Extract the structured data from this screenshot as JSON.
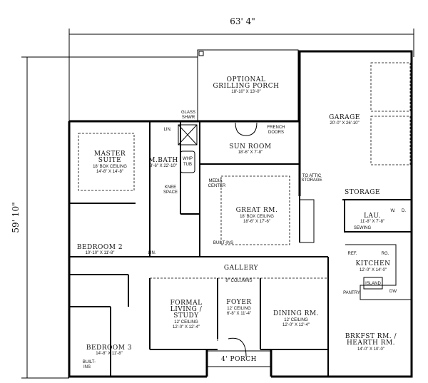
{
  "dimensions": {
    "width": "63' 4\"",
    "depth": "59' 10\""
  },
  "rooms": {
    "grilling_porch": {
      "line1": "OPTIONAL",
      "line2": "GRILLING PORCH",
      "size": "18'-10\" X 13'-0\""
    },
    "glass_shower": {
      "line1": "GLASS",
      "line2": "SHWR"
    },
    "french_doors": {
      "line1": "FRENCH",
      "line2": "DOORS"
    },
    "sun_room": {
      "name": "SUN ROOM",
      "size": "18'-6\" X 7'-8\""
    },
    "master_suite": {
      "line1": "MASTER",
      "line2": "SUITE",
      "ceiling": "18' BOX CEILING",
      "size": "14'-8\" X 14'-8\""
    },
    "master_bath": {
      "name": "M.BATH",
      "size": "8'-6\" X 22'-10\""
    },
    "whirlpool_tub": {
      "line1": "WHP",
      "line2": "TUB"
    },
    "linen": "LIN.",
    "linen2": "LIN.",
    "knee_space": {
      "line1": "KNEE",
      "line2": "SPACE"
    },
    "media_center": {
      "line1": "MEDIA",
      "line2": "CENTER"
    },
    "great_room": {
      "name": "GREAT RM.",
      "ceiling": "18' BOX CEILING",
      "size": "18'-6\" X 17'-6\""
    },
    "builtins_great": "BUILT-INS",
    "garage": {
      "name": "GARAGE",
      "size": "20'-0\" X 26'-10\""
    },
    "attic": {
      "line1": "TO ATTIC",
      "line2": "STORAGE"
    },
    "storage": "STORAGE",
    "laundry": {
      "name": "LAU.",
      "size": "11'-8\" X 7'-8\"",
      "sewing": "SEWING",
      "washer": "W.",
      "dryer": "D."
    },
    "bedroom2": {
      "name": "BEDROOM 2",
      "size": "10'-10\" X 11'-8\""
    },
    "gallery": {
      "name": "GALLERY",
      "columns": "8\" COLUMNS"
    },
    "kitchen": {
      "name": "KITCHEN",
      "size": "12'-0\" X 14'-0\"",
      "ref": "REF.",
      "range": "RG.",
      "island": "ISLAND",
      "dw": "DW",
      "pantry": "PANTRY"
    },
    "formal_living": {
      "line1": "FORMAL",
      "line2": "LIVING /",
      "line3": "STUDY",
      "ceiling": "12' CEILING",
      "size": "12'-0\" X 12'-4\""
    },
    "foyer": {
      "name": "FOYER",
      "ceiling": "12' CEILING",
      "size": "6'-8\" X 11'-4\""
    },
    "dining": {
      "name": "DINING RM.",
      "ceiling": "12' CEILING",
      "size": "12'-0\" X 12'-4\""
    },
    "breakfast": {
      "line1": "BRKFST RM. /",
      "line2": "HEARTH RM.",
      "size": "14'-0\" X 10'-0\""
    },
    "porch": {
      "name": "4' PORCH"
    },
    "bedroom3": {
      "name": "BEDROOM 3",
      "size": "14'-8\" X 11'-8\"",
      "builtins1": "BUILT-",
      "builtins2": "INS"
    }
  }
}
